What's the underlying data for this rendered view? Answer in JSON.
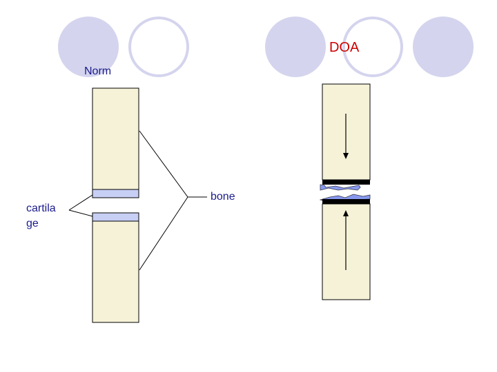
{
  "labels": {
    "title_right": "DOA",
    "title_left": "Norm",
    "bone": "bone",
    "cartilage_line1": "cartila",
    "cartilage_line2": "ge"
  },
  "colors": {
    "circle_fill": "#d4d4ee",
    "bone_fill": "#f5f2d8",
    "cartilage_fill": "#c8cff5",
    "text_blue": "#1a1a8c",
    "text_red": "#cc0000",
    "broken_cartilage": "#8899ee"
  }
}
